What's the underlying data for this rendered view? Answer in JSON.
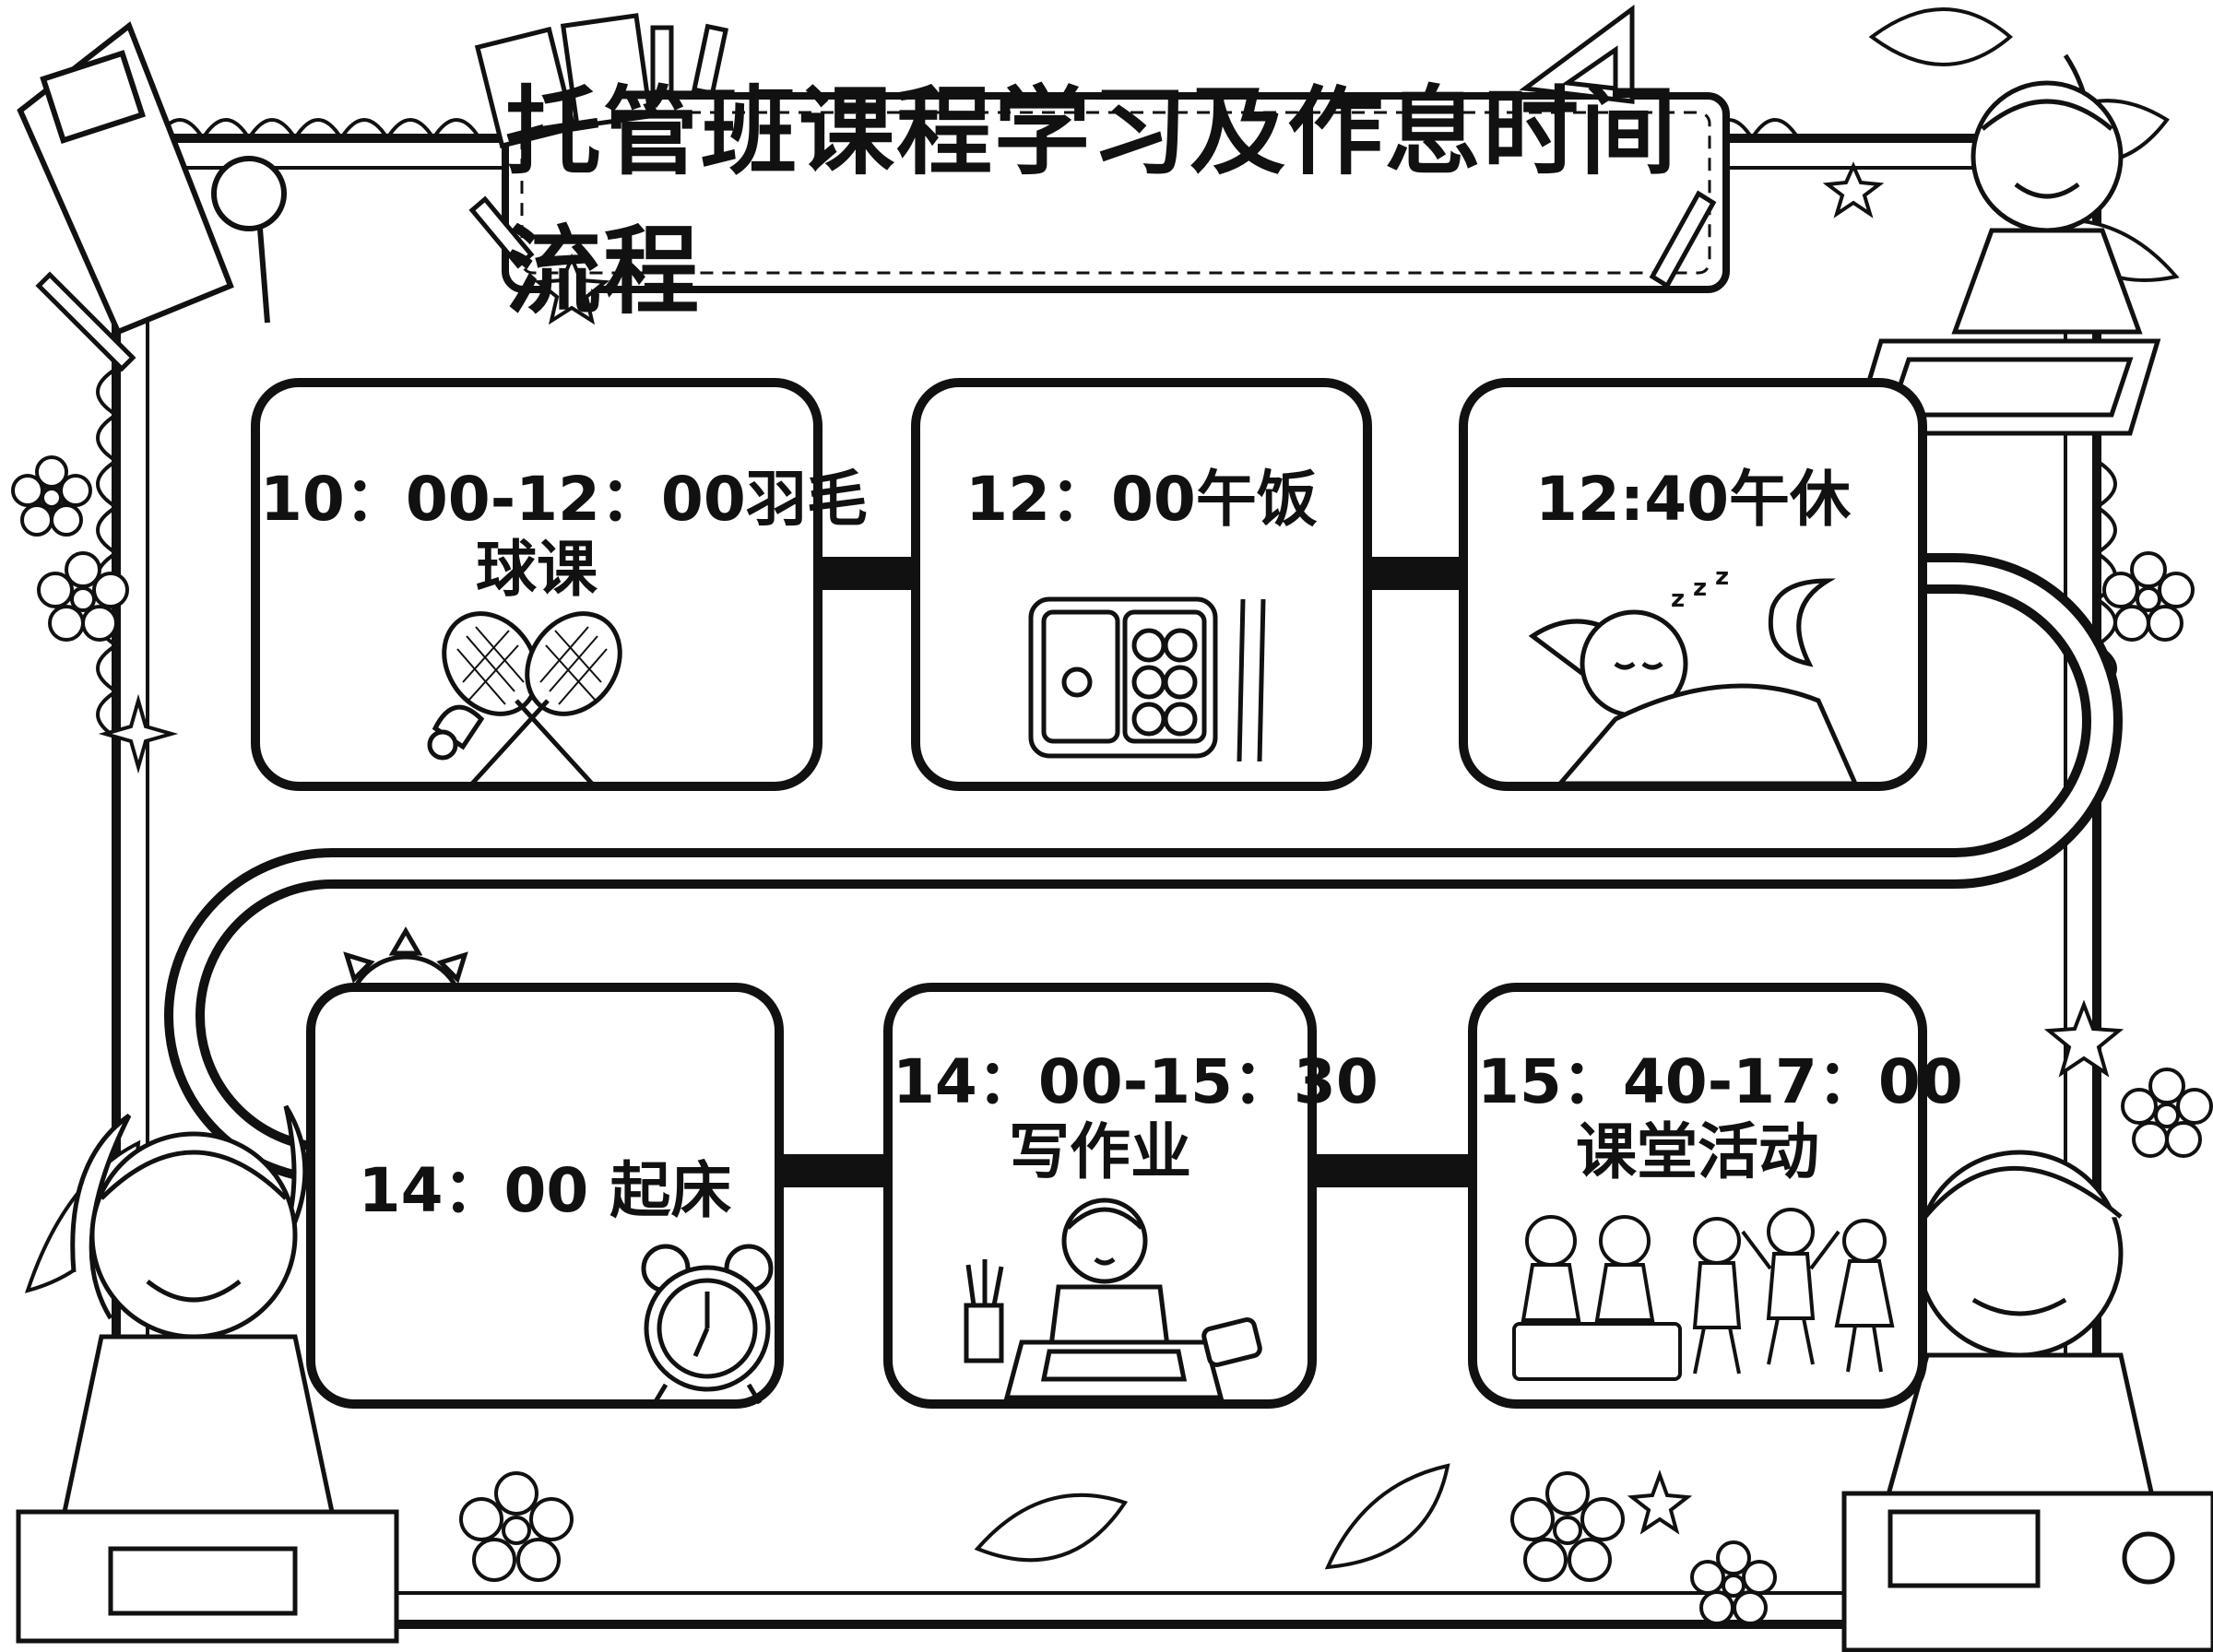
{
  "page": {
    "title": "托管班课程学习及作息时间流程"
  },
  "schedule": [
    {
      "time": "10：00-12：00羽毛",
      "activity": "球课",
      "icon": "badminton-rackets-icon"
    },
    {
      "time": "12：00午饭",
      "activity": "",
      "icon": "lunch-box-icon"
    },
    {
      "time": "12:40午休",
      "activity": "",
      "icon": "sleeping-child-icon"
    },
    {
      "time": "14：00 起床",
      "activity": "",
      "icon": "alarm-clock-icon"
    },
    {
      "time": "14：00-15：30",
      "activity": "写作业",
      "icon": "student-writing-icon"
    },
    {
      "time": "15：40-17：00",
      "activity": "课堂活动",
      "icon": "children-activity-icon"
    }
  ],
  "colors": {
    "ink": "#111111",
    "paper": "#ffffff"
  }
}
